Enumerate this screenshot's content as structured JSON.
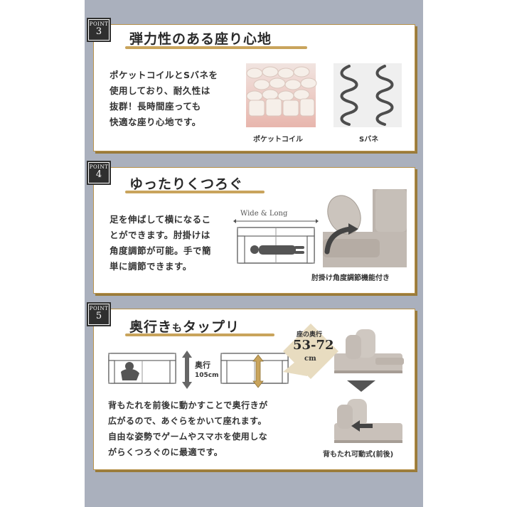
{
  "colors": {
    "background": "#aab0bd",
    "gold": "#c9a45c",
    "badge": "#2f2f2f"
  },
  "point3": {
    "badge_label": "POINT",
    "badge_number": "3",
    "title": "弾力性のある座り心地",
    "body_lines": [
      "ポケットコイルとSバネを",
      "使用しており、耐久性は",
      "抜群！長時間座っても",
      "快適な座り心地です。"
    ],
    "caption_pocket": "ポケットコイル",
    "caption_spring": "Sバネ"
  },
  "point4": {
    "badge_label": "POINT",
    "badge_number": "4",
    "title": "ゆったりくつろぐ",
    "body_lines": [
      "足を伸ばして横になるこ",
      "とができます。肘掛けは",
      "角度調節が可能。手で簡",
      "単に調節できます。"
    ],
    "diagram_label": "Wide & Long",
    "caption": "肘掛け角度調節機能付き"
  },
  "point5": {
    "badge_label": "POINT",
    "badge_number": "5",
    "title_main": "奥行き",
    "title_small": "も",
    "title_end": "タップリ",
    "depth_label": "奥行",
    "depth_value": "105cm",
    "seat_label": "座の奥行",
    "seat_value": "53-72",
    "seat_unit": "cm",
    "body_lines": [
      "背もたれを前後に動かすことで奥行きが",
      "広がるので、あぐらをかいて座れます。",
      "自由な姿勢でゲームやスマホを使用しな",
      "がらくつろぐのに最適です。"
    ],
    "caption": "背もたれ可動式(前後)"
  }
}
